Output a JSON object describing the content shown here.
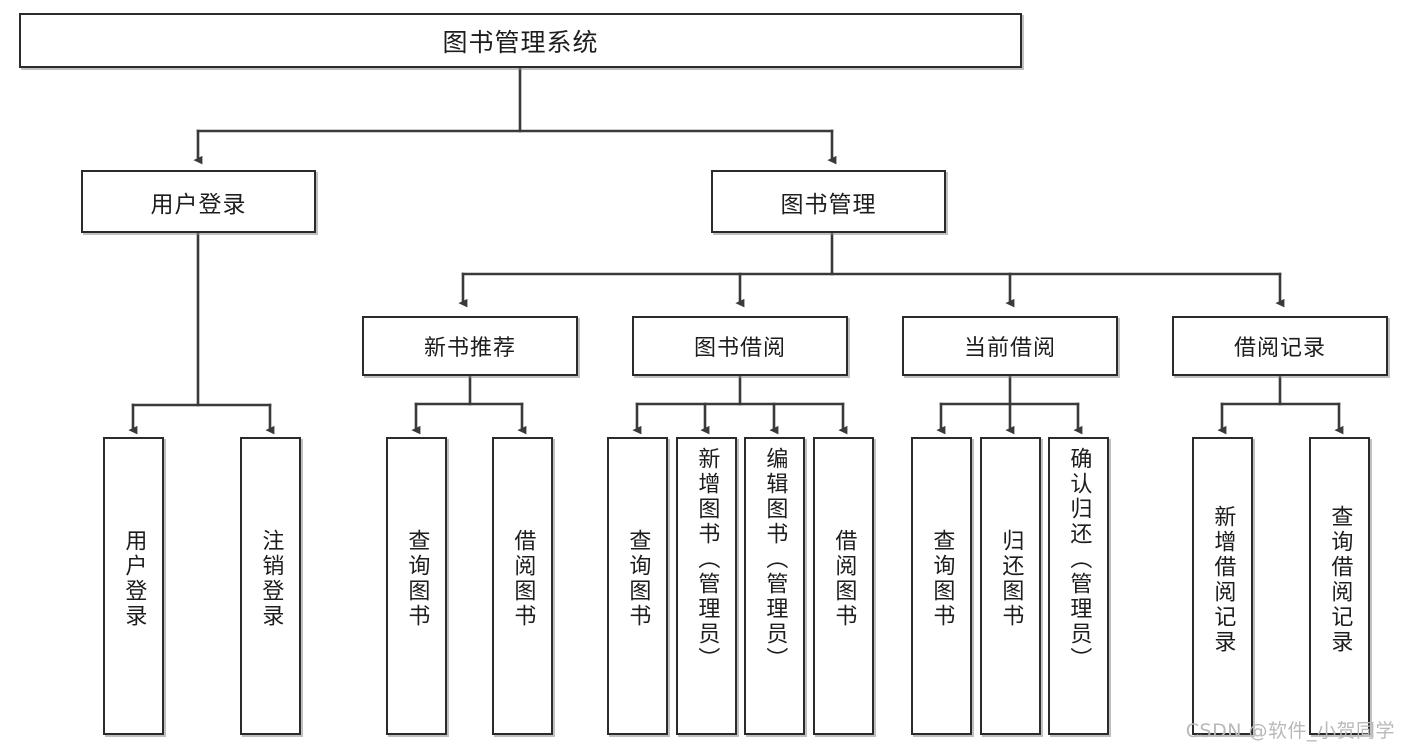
{
  "diagram": {
    "type": "tree-hierarchy",
    "title": "图书管理系统",
    "watermark": "CSDN @软件_小贺同学",
    "colors": {
      "box_border": "#2b2b2b",
      "box_fill": "#ffffff",
      "edge": "#3a3a3a",
      "text": "#1d1d1d",
      "watermark": "#b9b9b9"
    },
    "root": {
      "label": "图书管理系统"
    },
    "level2": [
      {
        "id": "user-login",
        "label": "用户登录"
      },
      {
        "id": "book-management",
        "label": "图书管理"
      }
    ],
    "level3": [
      {
        "id": "new-book-recommend",
        "label": "新书推荐",
        "parent": "book-management"
      },
      {
        "id": "book-borrow",
        "label": "图书借阅",
        "parent": "book-management"
      },
      {
        "id": "current-borrow",
        "label": "当前借阅",
        "parent": "book-management"
      },
      {
        "id": "borrow-record",
        "label": "借阅记录",
        "parent": "book-management"
      }
    ],
    "leaves": [
      {
        "id": "leaf-user-login",
        "label": "用户登录",
        "parent": "user-login"
      },
      {
        "id": "leaf-logout",
        "label": "注销登录",
        "parent": "user-login"
      },
      {
        "id": "leaf-query-book-1",
        "label": "查询图书",
        "parent": "new-book-recommend"
      },
      {
        "id": "leaf-borrow-book-1",
        "label": "借阅图书",
        "parent": "new-book-recommend"
      },
      {
        "id": "leaf-query-book-2",
        "label": "查询图书",
        "parent": "book-borrow"
      },
      {
        "id": "leaf-add-book",
        "label": "新增图书（管理员）",
        "parent": "book-borrow"
      },
      {
        "id": "leaf-edit-book",
        "label": "编辑图书（管理员）",
        "parent": "book-borrow"
      },
      {
        "id": "leaf-borrow-book-2",
        "label": "借阅图书",
        "parent": "book-borrow"
      },
      {
        "id": "leaf-query-book-3",
        "label": "查询图书",
        "parent": "current-borrow"
      },
      {
        "id": "leaf-return-book",
        "label": "归还图书",
        "parent": "current-borrow"
      },
      {
        "id": "leaf-confirm-return",
        "label": "确认归还（管理员）",
        "parent": "current-borrow"
      },
      {
        "id": "leaf-add-record",
        "label": "新增借阅记录",
        "parent": "borrow-record"
      },
      {
        "id": "leaf-query-record",
        "label": "查询借阅记录",
        "parent": "borrow-record"
      }
    ]
  }
}
